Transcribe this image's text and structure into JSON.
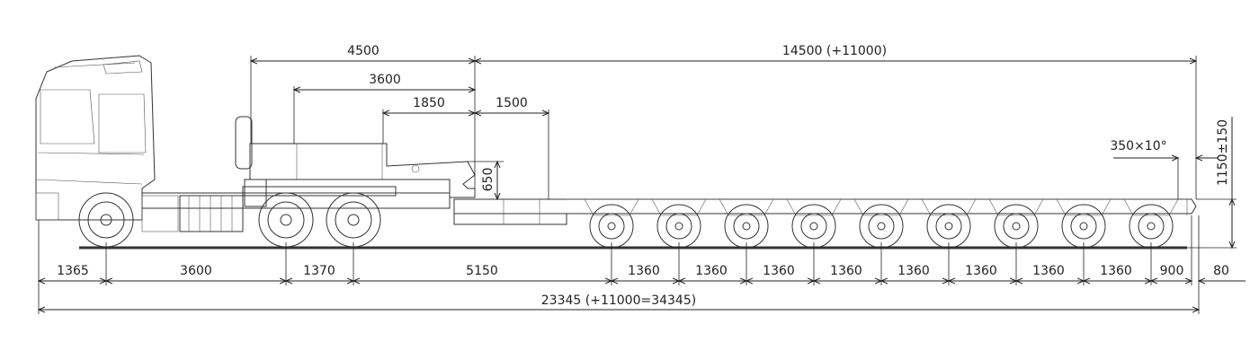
{
  "dimensions": {
    "top": {
      "gooseneck_total": "4500",
      "gooseneck_mid": "3600",
      "gooseneck_short": "1850",
      "neck_drop": "1500",
      "deck_length": "14500 (+11000)"
    },
    "side": {
      "neck_height": "650",
      "rear_taper": "350×10°",
      "deck_height": "1150±150"
    },
    "bottom": {
      "front_overhang": "1365",
      "wheelbase": "3600",
      "tandem_spacing": "1370",
      "kingpin_to_axle": "5150",
      "axle_spacing": [
        "1360",
        "1360",
        "1360",
        "1360",
        "1360",
        "1360",
        "1360",
        "1360"
      ],
      "rear_overhang": "900",
      "rear_end": "80"
    },
    "overall_length": "23345 (+11000=34345)"
  }
}
